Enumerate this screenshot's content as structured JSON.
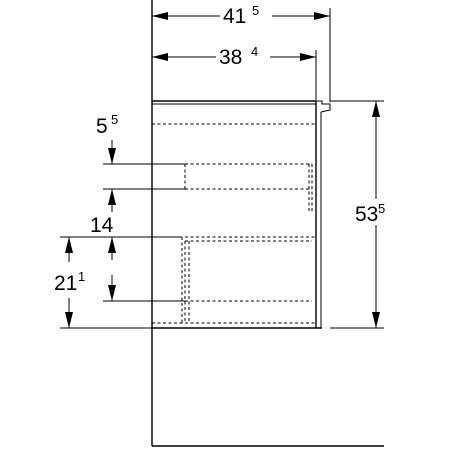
{
  "dimensions": {
    "top_width": {
      "main": "41",
      "sup": "5"
    },
    "inner_width": {
      "main": "38",
      "sup": "4"
    },
    "total_height": {
      "main": "53",
      "sup": "5"
    },
    "top_gap": {
      "main": "5",
      "sup": "5"
    },
    "drawer_spacing": {
      "main": "14",
      "sup": ""
    },
    "bottom_height": {
      "main": "21",
      "sup": "1"
    }
  }
}
